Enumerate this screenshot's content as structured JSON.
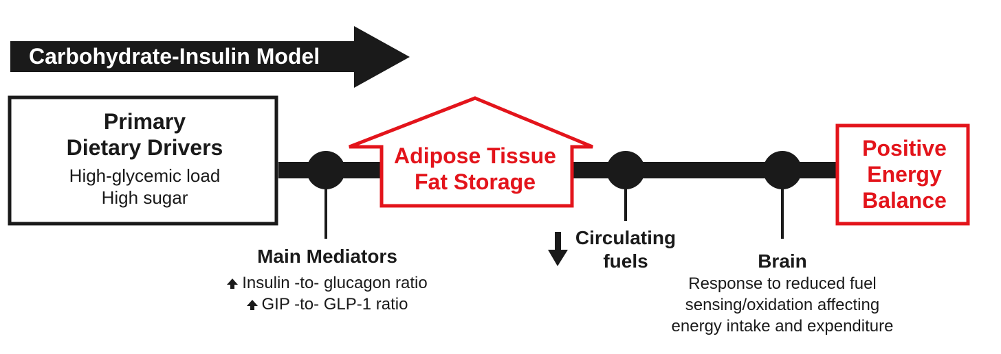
{
  "banner": {
    "label": "Carbohydrate-Insulin Model"
  },
  "drivers": {
    "title_line1": "Primary",
    "title_line2": "Dietary Drivers",
    "items": [
      "High-glycemic load",
      "High sugar"
    ]
  },
  "mediators": {
    "title": "Main Mediators",
    "items": [
      "Insulin -to- glucagon ratio",
      "GIP -to- GLP-1 ratio"
    ]
  },
  "adipose": {
    "line1": "Adipose Tissue",
    "line2": "Fat Storage"
  },
  "fuels": {
    "line1": "Circulating",
    "line2": "fuels"
  },
  "brain": {
    "title": "Brain",
    "lines": [
      "Response to reduced fuel",
      "sensing/oxidation affecting",
      "energy intake and expenditure"
    ]
  },
  "outcome": {
    "line1": "Positive",
    "line2": "Energy",
    "line3": "Balance"
  },
  "colors": {
    "accent_red": "#e3141b",
    "ink": "#1a1a1a"
  },
  "icons": {
    "increase": "up-arrow-icon",
    "decrease": "down-arrow-icon"
  }
}
